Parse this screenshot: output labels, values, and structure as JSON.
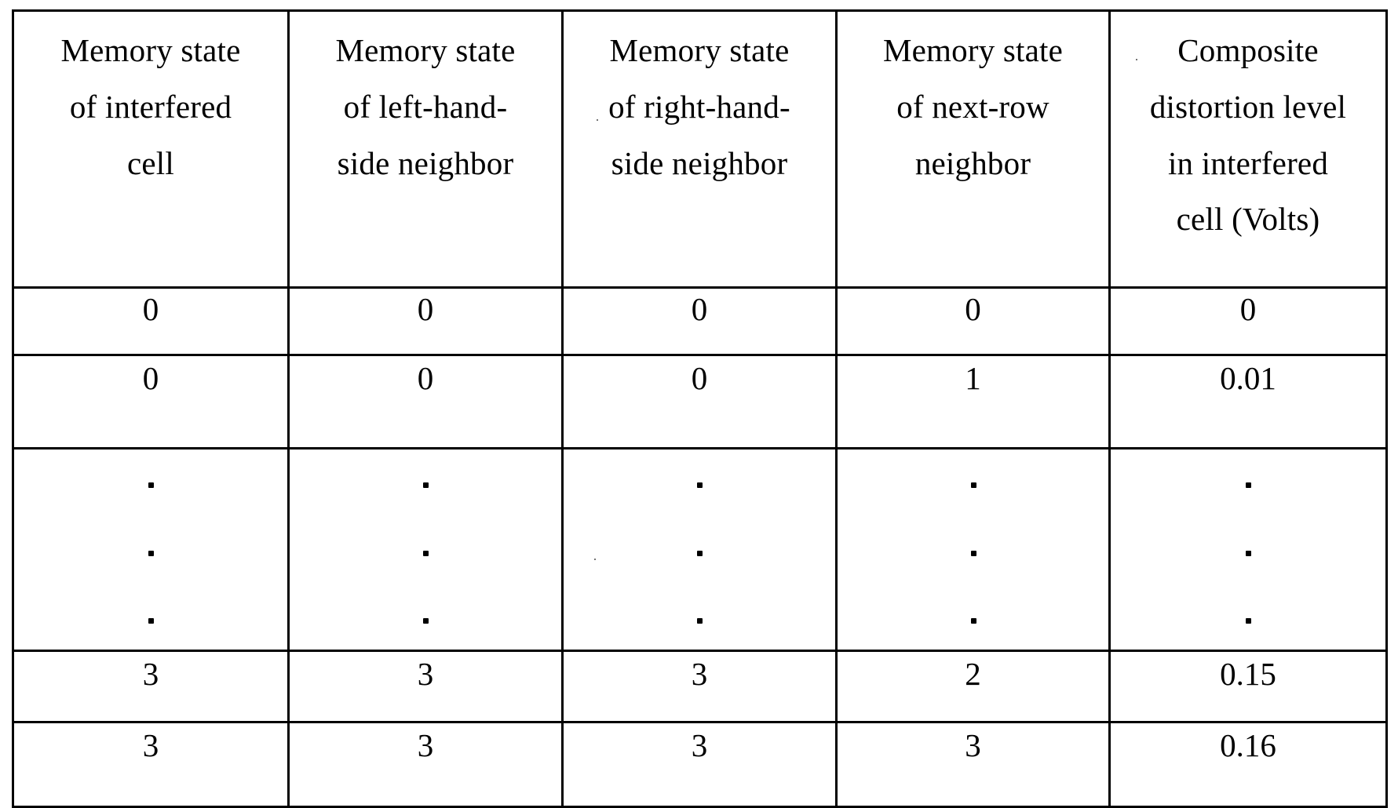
{
  "document": {
    "kind": "scanned-patent-table",
    "background_color": "#ffffff",
    "ink_color": "#000000"
  },
  "table": {
    "columns": [
      {
        "id": "interfered-cell",
        "header": "Memory state of interfered cell"
      },
      {
        "id": "left-neighbor",
        "header": "Memory state of left-hand-side neighbor"
      },
      {
        "id": "right-neighbor",
        "header": "Memory state of right-hand-side neighbor"
      },
      {
        "id": "next-row-neighbor",
        "header": "Memory state of next-row neighbor"
      },
      {
        "id": "composite-distortion",
        "header": "Composite distortion level in interfered cell (Volts)"
      }
    ],
    "header_lines": [
      [
        "Memory state",
        "of interfered",
        "cell"
      ],
      [
        "Memory state",
        "of left-hand-",
        "side neighbor"
      ],
      [
        "Memory state",
        "of right-hand-",
        "side neighbor"
      ],
      [
        "Memory state",
        "of next-row",
        "neighbor"
      ],
      [
        "Composite",
        "distortion level",
        "in interfered",
        "cell (Volts)"
      ]
    ],
    "rows": [
      {
        "type": "data",
        "cells": [
          "0",
          "0",
          "0",
          "0",
          "0"
        ]
      },
      {
        "type": "data",
        "cells": [
          "0",
          "0",
          "0",
          "1",
          "0.01"
        ]
      },
      {
        "type": "ellipsis",
        "cells": [
          "⋮",
          "⋮",
          "⋮",
          "⋮",
          "⋮"
        ],
        "dots_per_cell": 3
      },
      {
        "type": "data",
        "cells": [
          "3",
          "3",
          "3",
          "2",
          "0.15"
        ]
      },
      {
        "type": "data",
        "cells": [
          "3",
          "3",
          "3",
          "3",
          "0.16"
        ]
      }
    ]
  },
  "chart_data": {
    "type": "table",
    "title": "",
    "categories": [
      "Memory state of interfered cell",
      "Memory state of left-hand-side neighbor",
      "Memory state of right-hand-side neighbor",
      "Memory state of next-row neighbor",
      "Composite distortion level in interfered cell (Volts)"
    ],
    "series": [
      {
        "name": "Memory state of interfered cell",
        "values": [
          "0",
          "0",
          "⋮",
          "3",
          "3"
        ]
      },
      {
        "name": "Memory state of left-hand-side neighbor",
        "values": [
          "0",
          "0",
          "⋮",
          "3",
          "3"
        ]
      },
      {
        "name": "Memory state of right-hand-side neighbor",
        "values": [
          "0",
          "0",
          "⋮",
          "3",
          "3"
        ]
      },
      {
        "name": "Memory state of next-row neighbor",
        "values": [
          "0",
          "1",
          "⋮",
          "2",
          "3"
        ]
      },
      {
        "name": "Composite distortion level in interfered cell (Volts)",
        "values": [
          "0",
          "0.01",
          "⋮",
          "0.15",
          "0.16"
        ]
      }
    ],
    "xlabel": "",
    "ylabel": "",
    "grid": true,
    "legend": "none"
  }
}
